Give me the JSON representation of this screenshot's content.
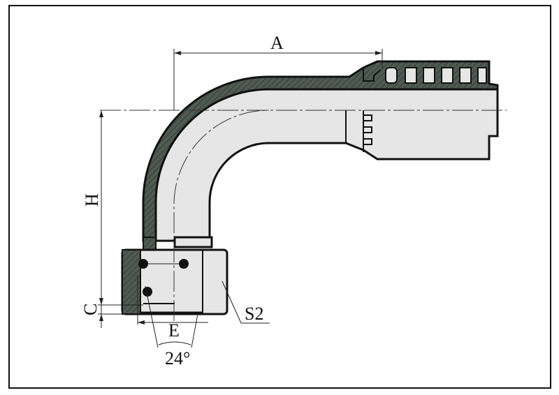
{
  "drawing": {
    "labels": {
      "dim_a": "A",
      "dim_h": "H",
      "dim_c": "C",
      "dim_e": "E",
      "hex_s2": "S2",
      "angle": "24°"
    },
    "colors": {
      "section": "#4e5a52",
      "body": "#e6e6e6",
      "outline": "#111111"
    }
  }
}
